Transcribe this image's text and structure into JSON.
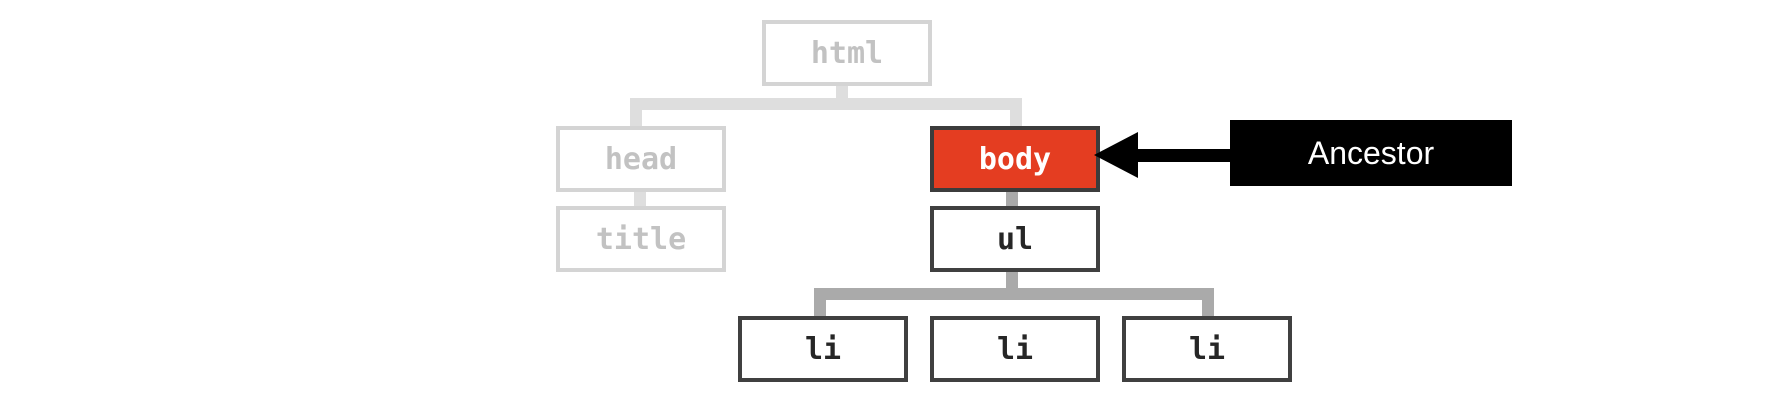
{
  "diagram": {
    "nodes": {
      "html": "html",
      "head": "head",
      "title": "title",
      "body": "body",
      "ul": "ul",
      "li_1": "li",
      "li_2": "li",
      "li_3": "li"
    },
    "callout": {
      "label": "Ancestor"
    }
  },
  "colors": {
    "highlight": "#e43d21",
    "faded": "#d4d4d4",
    "callout": "#000000"
  }
}
